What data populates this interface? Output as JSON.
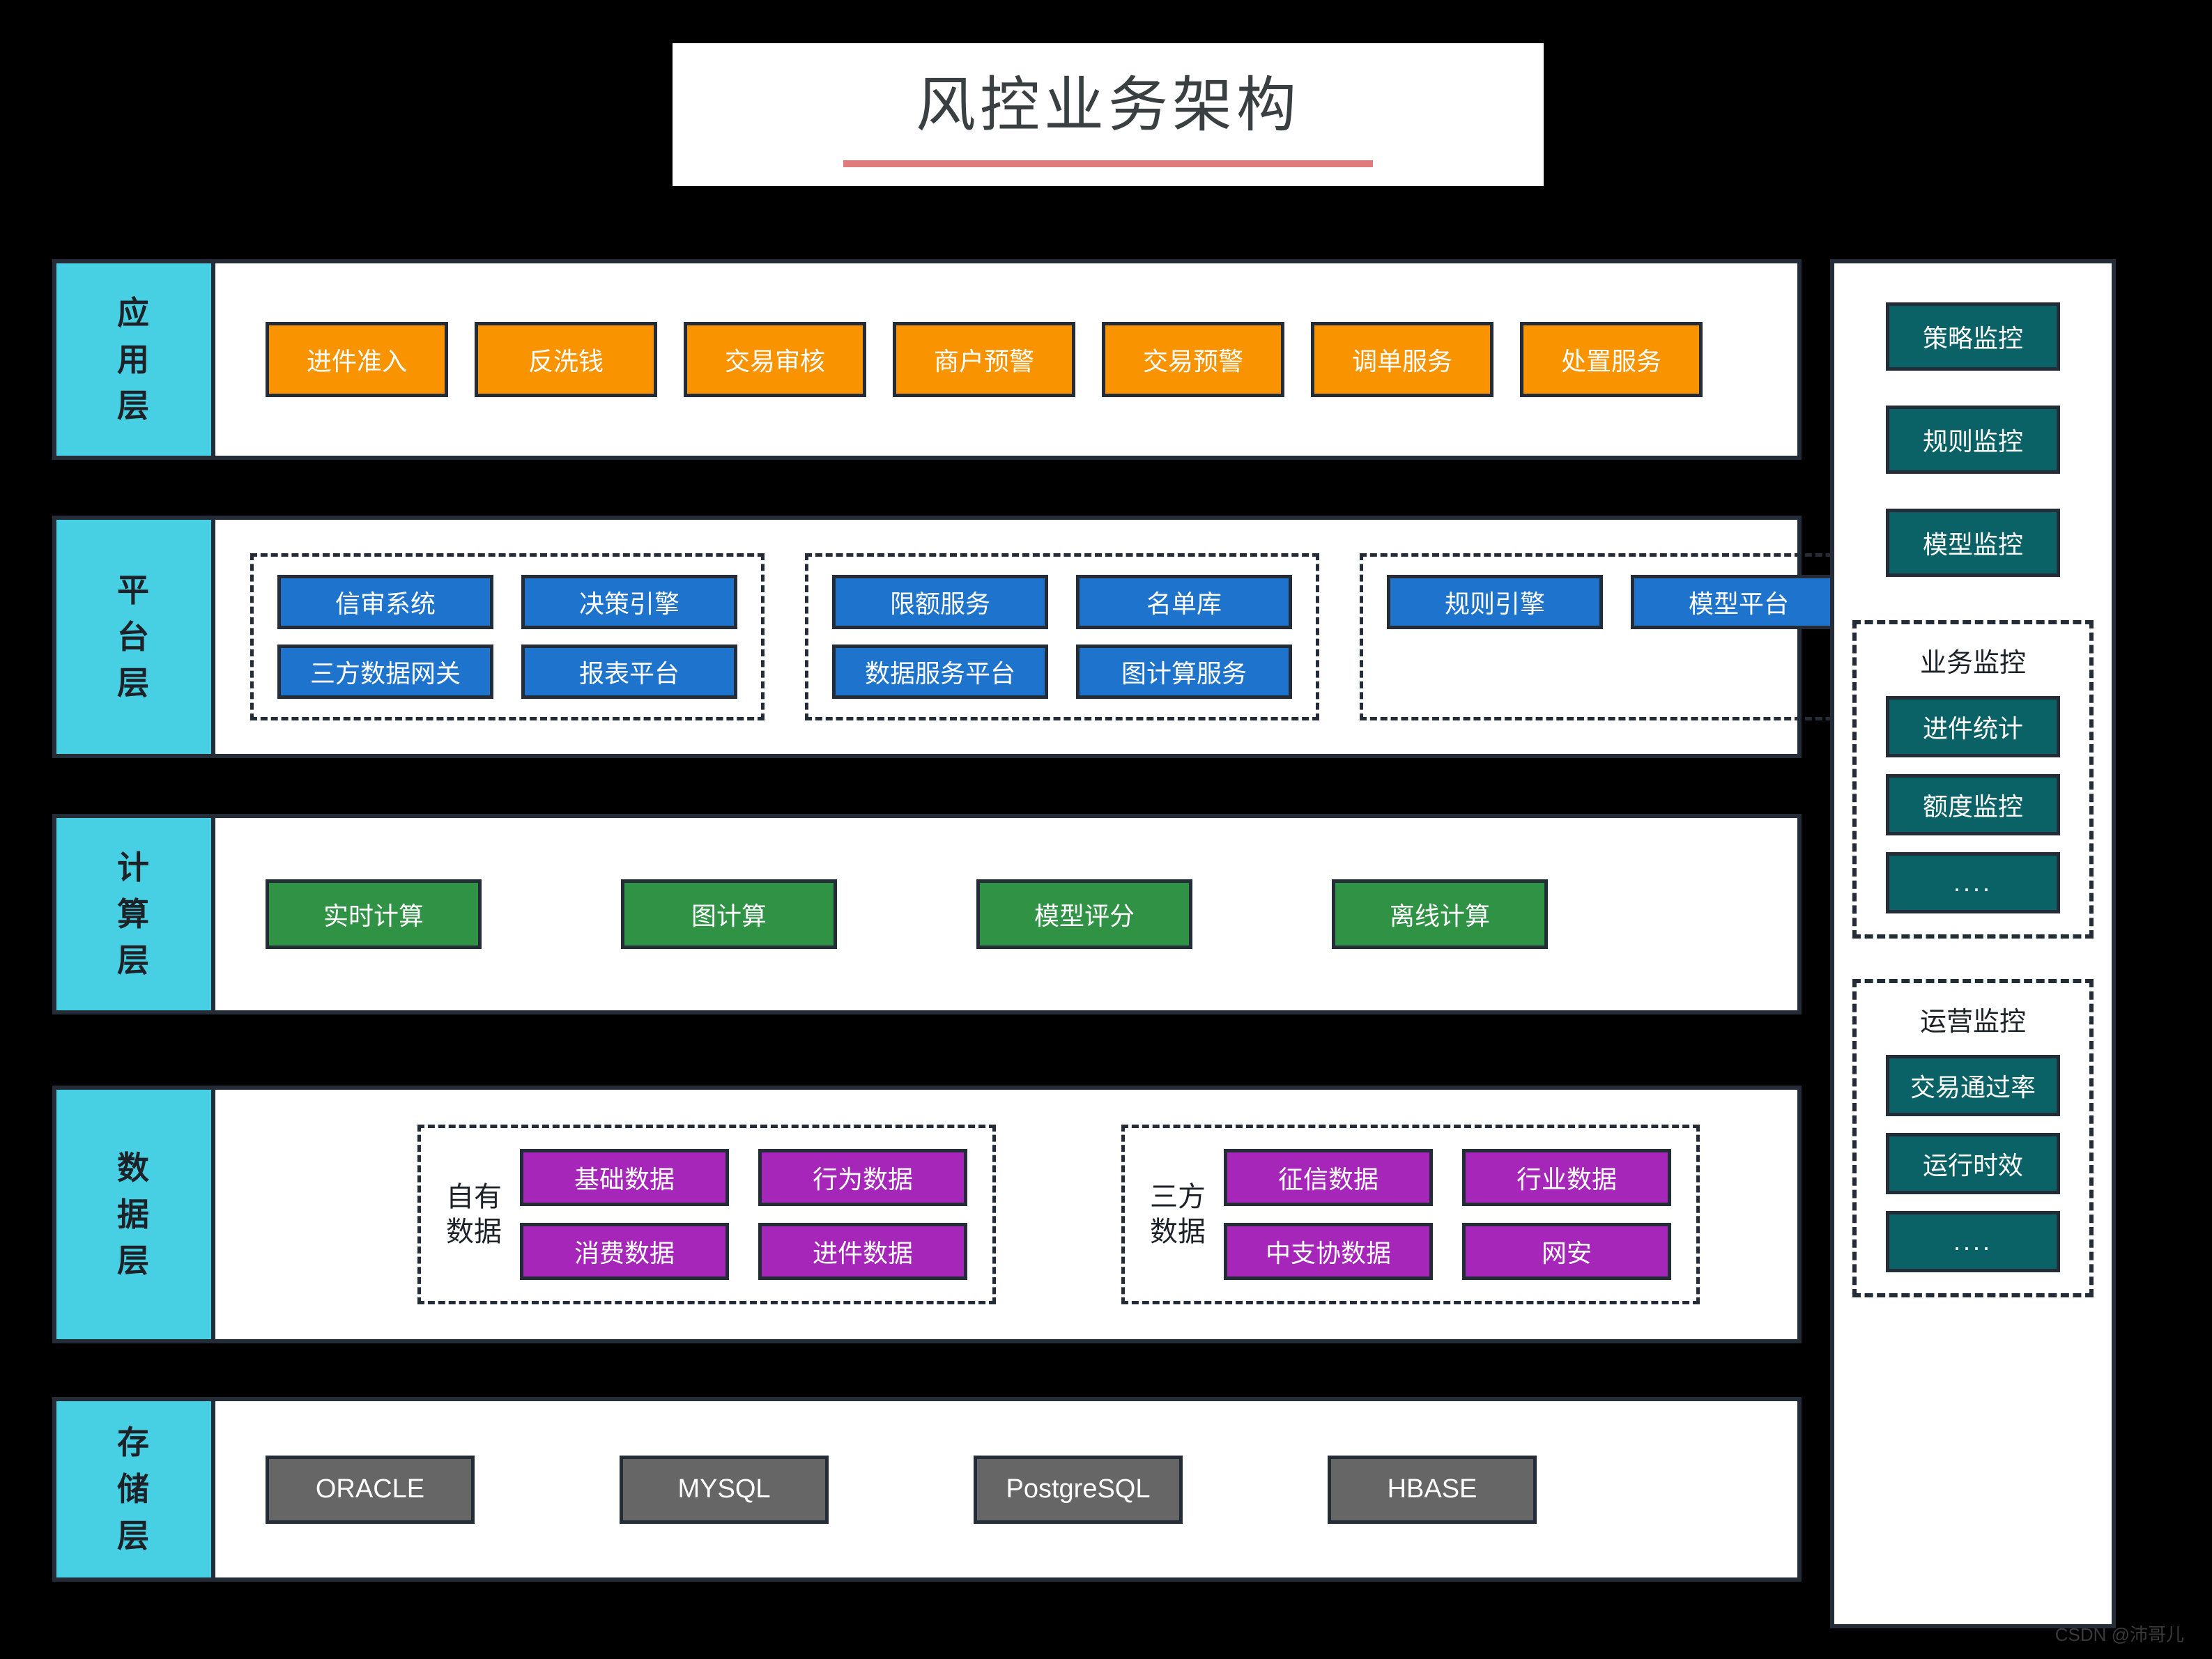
{
  "title": {
    "text": "风控业务架构"
  },
  "layers": [
    {
      "name": "应用层",
      "items": [
        "进件准入",
        "反洗钱",
        "交易审核",
        "商户预警",
        "交易预警",
        "调单服务",
        "处置服务"
      ]
    },
    {
      "name": "平台层",
      "groups": [
        {
          "items": [
            "信审系统",
            "决策引擎",
            "三方数据网关",
            "报表平台"
          ]
        },
        {
          "items": [
            "限额服务",
            "名单库",
            "数据服务平台",
            "图计算服务"
          ]
        },
        {
          "items": [
            "规则引擎",
            "模型平台"
          ]
        }
      ]
    },
    {
      "name": "计算层",
      "items": [
        "实时计算",
        "图计算",
        "模型评分",
        "离线计算"
      ]
    },
    {
      "name": "数据层",
      "groups": [
        {
          "label_line1": "自有",
          "label_line2": "数据",
          "items": [
            "基础数据",
            "行为数据",
            "消费数据",
            "进件数据"
          ]
        },
        {
          "label_line1": "三方",
          "label_line2": "数据",
          "items": [
            "征信数据",
            "行业数据",
            "中支协数据",
            "网安"
          ]
        }
      ]
    },
    {
      "name": "存储层",
      "items": [
        "ORACLE",
        "MYSQL",
        "PostgreSQL",
        "HBASE"
      ]
    }
  ],
  "monitor": {
    "top_items": [
      "策略监控",
      "规则监控",
      "模型监控"
    ],
    "groups": [
      {
        "title": "业务监控",
        "items": [
          "进件统计",
          "额度监控",
          "...."
        ]
      },
      {
        "title": "运营监控",
        "items": [
          "交易通过率",
          "运行时效",
          "...."
        ]
      }
    ]
  },
  "watermark": {
    "text": "CSDN @沛哥儿"
  },
  "colors": {
    "background": "#000000",
    "layer_label": "#47cfe4",
    "border": "#242c38",
    "application": "#f99300",
    "platform": "#1e73cd",
    "compute": "#2f9245",
    "data": "#a526b8",
    "storage": "#666666",
    "monitor": "#0a6166",
    "title_rule": "#e07b7b"
  }
}
